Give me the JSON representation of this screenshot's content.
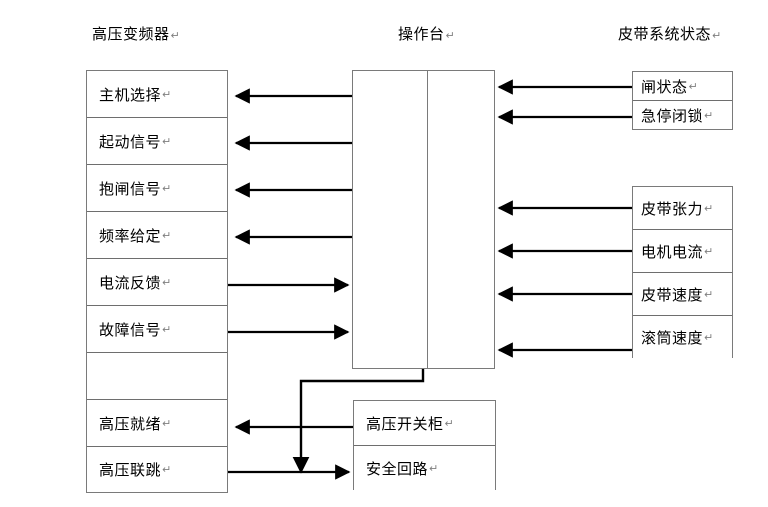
{
  "diagram": {
    "title_left": "高压变频器",
    "title_center": "操作台",
    "title_right": "皮带系统状态",
    "pilcrow": "↵",
    "colors": {
      "line": "#000000",
      "box_border": "#7a7a7a",
      "background": "#ffffff",
      "text": "#000000"
    }
  },
  "left_column": {
    "name": "高压变频器",
    "rows": [
      {
        "label": "主机选择",
        "direction": "console-to-left"
      },
      {
        "label": "起动信号",
        "direction": "console-to-left"
      },
      {
        "label": "抱闸信号",
        "direction": "console-to-left"
      },
      {
        "label": "频率给定",
        "direction": "console-to-left"
      },
      {
        "label": "电流反馈",
        "direction": "left-to-console"
      },
      {
        "label": "故障信号",
        "direction": "left-to-console"
      },
      {
        "label": "",
        "direction": "none"
      },
      {
        "label": "高压就绪",
        "direction": "switchgear-to-left"
      },
      {
        "label": "高压联跳",
        "direction": "left-to-safety"
      }
    ]
  },
  "center": {
    "name": "操作台",
    "panels": [
      "left-panel",
      "right-panel"
    ]
  },
  "right_top_group": {
    "name": "皮带系统状态",
    "rows": [
      {
        "label": "闸状态",
        "direction": "right-to-console"
      },
      {
        "label": "急停闭锁",
        "direction": "right-to-console"
      }
    ]
  },
  "right_bottom_group": {
    "rows": [
      {
        "label": "皮带张力",
        "direction": "right-to-console"
      },
      {
        "label": "电机电流",
        "direction": "right-to-console"
      },
      {
        "label": "皮带速度",
        "direction": "right-to-console"
      },
      {
        "label": "滚筒速度",
        "direction": "right-to-console"
      }
    ]
  },
  "bottom_group": {
    "rows": [
      {
        "label": "高压开关柜",
        "direction": "switchgear-to-left"
      },
      {
        "label": "安全回路",
        "direction": "left-to-safety"
      }
    ]
  }
}
